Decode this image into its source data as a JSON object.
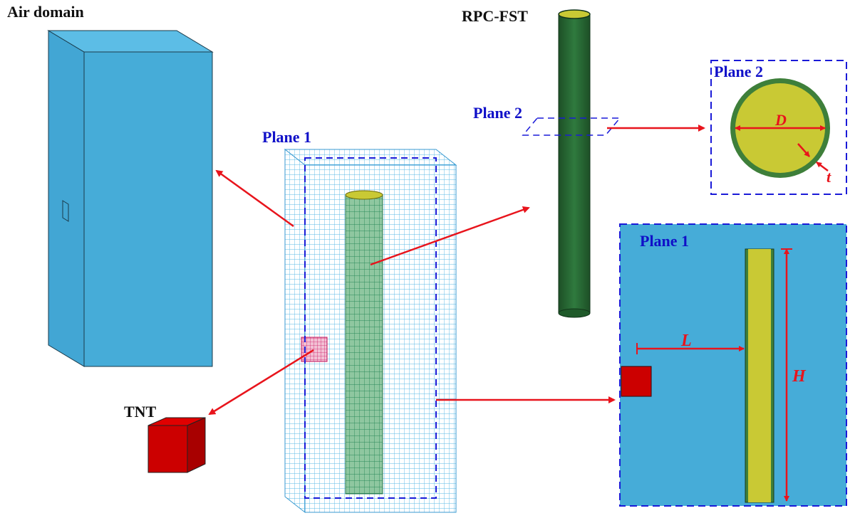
{
  "labels": {
    "air_domain": "Air domain",
    "rpc_fst": "RPC-FST",
    "plane1_model": "Plane 1",
    "plane2_model": "Plane 2",
    "plane2_section": "Plane 2",
    "plane1_section": "Plane 1",
    "tnt": "TNT",
    "dim_D": "D",
    "dim_t": "t",
    "dim_L": "L",
    "dim_H": "H"
  },
  "colors": {
    "air": "#46acd8",
    "mesh": "#5ab8e6",
    "tube_dark": "#1f5a2a",
    "tube_green": "#2d6e3a",
    "concrete": "#c9c934",
    "charge": "#cc0000",
    "arrow": "#e8141c",
    "plane_outline": "#1a1ad8",
    "label_blue": "#1010c8",
    "label_black": "#111111",
    "dim_red": "#e8141c"
  }
}
